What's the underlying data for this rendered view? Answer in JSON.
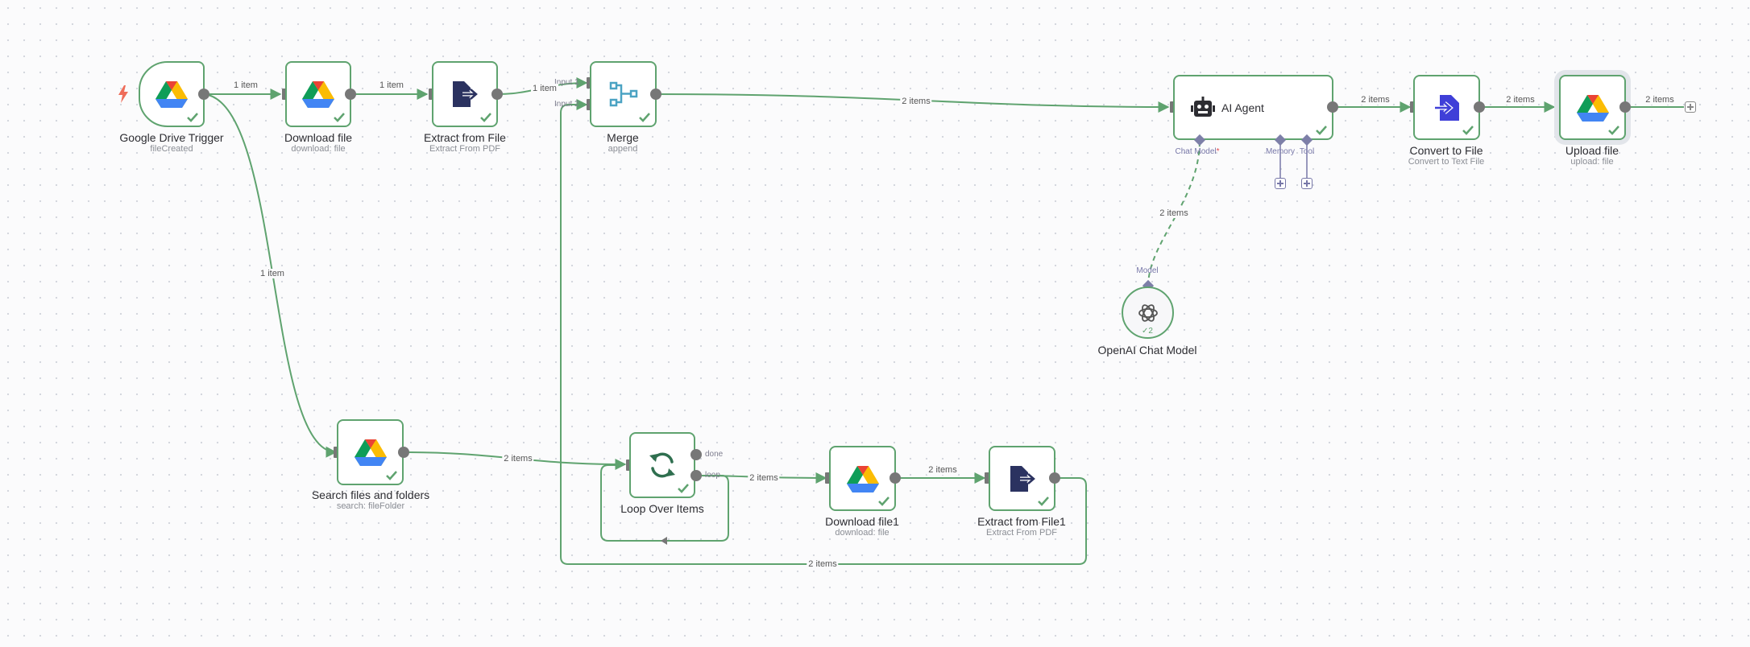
{
  "nodes": {
    "gdrive_trigger": {
      "title": "Google Drive Trigger",
      "subtitle": "fileCreated",
      "icon": "google-drive-icon"
    },
    "download_file": {
      "title": "Download file",
      "subtitle": "download: file",
      "icon": "google-drive-icon"
    },
    "extract_from_file": {
      "title": "Extract from File",
      "subtitle": "Extract From PDF",
      "icon": "extract-file-icon"
    },
    "merge": {
      "title": "Merge",
      "subtitle": "append",
      "icon": "merge-icon",
      "input1": "Input 1",
      "input2": "Input 2"
    },
    "ai_agent": {
      "title": "AI Agent",
      "icon": "robot-icon",
      "chat_model_label": "Chat Model",
      "required_mark": "*",
      "memory_label": "Memory",
      "tool_label": "Tool"
    },
    "convert_to_file": {
      "title": "Convert to File",
      "subtitle": "Convert to Text File",
      "icon": "convert-file-icon"
    },
    "upload_file": {
      "title": "Upload file",
      "subtitle": "upload: file",
      "icon": "google-drive-icon"
    },
    "openai_chat_model": {
      "title": "OpenAI Chat Model",
      "model_label": "Model",
      "run_count": "2",
      "icon": "openai-icon"
    },
    "search_files": {
      "title": "Search files and folders",
      "subtitle": "search: fileFolder",
      "icon": "google-drive-icon"
    },
    "loop_over_items": {
      "title": "Loop Over Items",
      "icon": "loop-icon",
      "done_label": "done",
      "loop_label": "loop"
    },
    "download_file1": {
      "title": "Download file1",
      "subtitle": "download: file",
      "icon": "google-drive-icon"
    },
    "extract_from_file1": {
      "title": "Extract from File1",
      "subtitle": "Extract From PDF",
      "icon": "extract-file-icon"
    }
  },
  "edges": {
    "trigger_to_download": "1 item",
    "download_to_extract": "1 item",
    "extract_to_merge": "1 item",
    "merge_to_agent": "2 items",
    "agent_to_convert": "2 items",
    "convert_to_upload": "2 items",
    "upload_out": "2 items",
    "trigger_to_search": "1 item",
    "model_to_agent": "2 items",
    "search_to_loop": "2 items",
    "loop_to_download1": "2 items",
    "download1_to_extract1": "2 items",
    "extract1_to_merge": "2 items"
  },
  "colors": {
    "success_green": "#5fa36f",
    "edge_grey": "#777777",
    "sub_port": "#7d7fa8",
    "trigger_bolt": "#ef6d5a"
  }
}
